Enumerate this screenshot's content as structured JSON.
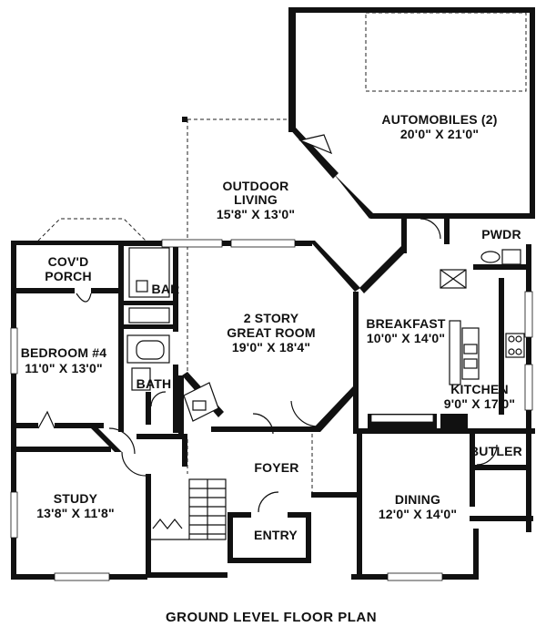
{
  "plan": {
    "caption": "GROUND LEVEL FLOOR PLAN",
    "rooms": {
      "automobiles": {
        "name": "AUTOMOBILES (2)",
        "dims": "20'0\" X 21'0\""
      },
      "outdoor_living": {
        "name_line1": "OUTDOOR",
        "name_line2": "LIVING",
        "dims": "15'8\" X 13'0\""
      },
      "pwdr": {
        "name": "PWDR"
      },
      "covd_porch": {
        "name_line1": "COV'D",
        "name_line2": "PORCH"
      },
      "bar": {
        "name": "BAR"
      },
      "great_room": {
        "name_line1": "2 STORY",
        "name_line2": "GREAT ROOM",
        "dims": "19'0\" X 18'4\""
      },
      "breakfast": {
        "name": "BREAKFAST",
        "dims": "10'0\" X 14'0\""
      },
      "bedroom4": {
        "name": "BEDROOM #4",
        "dims": "11'0\" X 13'0\""
      },
      "bath": {
        "name": "BATH"
      },
      "kitchen": {
        "name": "KITCHEN",
        "dims": "9'0\" X 17'0\""
      },
      "butler": {
        "name": "BUTLER"
      },
      "foyer": {
        "name": "FOYER"
      },
      "study": {
        "name": "STUDY",
        "dims": "13'8\" X 11'8\""
      },
      "dining": {
        "name": "DINING",
        "dims": "12'0\" X 14'0\""
      },
      "entry": {
        "name": "ENTRY"
      }
    }
  }
}
